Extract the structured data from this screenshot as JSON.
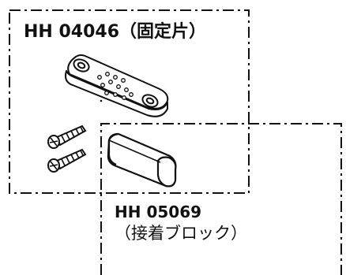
{
  "parts": [
    {
      "code": "HH 04046",
      "name": "（固定片）"
    },
    {
      "code": "HH 05069",
      "name": "（接着ブロック）"
    }
  ],
  "colors": {
    "line": "#111111",
    "background": "#ffffff"
  }
}
